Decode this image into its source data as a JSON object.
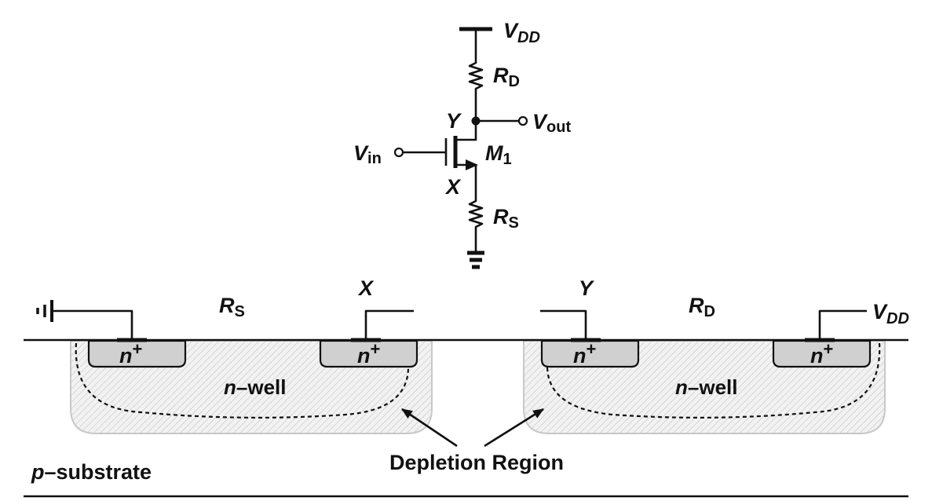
{
  "schematic": {
    "supply": {
      "V": "V",
      "DD": "DD"
    },
    "rd": {
      "R": "R",
      "sub": "D"
    },
    "rs": {
      "R": "R",
      "sub": "S"
    },
    "node_y": "Y",
    "node_x": "X",
    "vout": {
      "V": "V",
      "sub": "out"
    },
    "vin": {
      "V": "V",
      "sub": "in"
    },
    "transistor": {
      "M": "M",
      "sub": "1"
    }
  },
  "cross_section": {
    "rs": {
      "R": "R",
      "sub": "S"
    },
    "rd": {
      "R": "R",
      "sub": "D"
    },
    "node_x": "X",
    "node_y": "Y",
    "supply": {
      "V": "V",
      "DD": "DD"
    },
    "diffusion": {
      "n": "n",
      "sup": "+"
    },
    "well_left": {
      "n": "n",
      "rest": "–well"
    },
    "well_right": {
      "n": "n",
      "rest": "–well"
    },
    "substrate": {
      "p": "p",
      "rest": "–substrate"
    },
    "depletion_label": "Depletion Region"
  },
  "colors": {
    "well_fill": "#f2f2f2",
    "well_hatch": "#c4c4c4",
    "well_border": "#c8c8c8",
    "diffusion_fill": "#d0d0d0",
    "ink": "#111111"
  }
}
